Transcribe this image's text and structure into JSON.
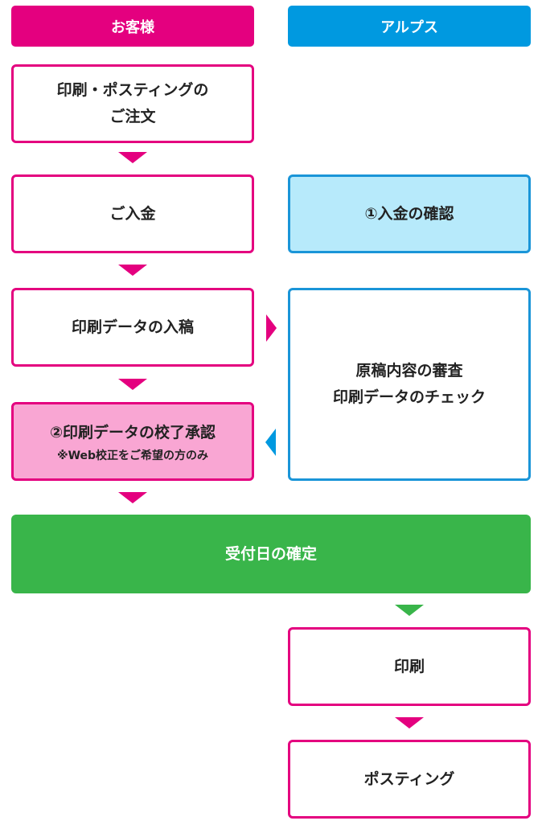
{
  "headers": {
    "customer": "お客様",
    "alps": "アルプス"
  },
  "customer_steps": {
    "order_line1": "印刷・ポスティングの",
    "order_line2": "ご注文",
    "payment": "ご入金",
    "upload": "印刷データの入稿",
    "approval": "②印刷データの校了承認",
    "approval_note": "※Web校正をご希望の方のみ"
  },
  "alps_steps": {
    "payment_check": "①入金の確認",
    "review_line1": "原稿内容の審査",
    "review_line2": "印刷データのチェック",
    "print": "印刷",
    "posting": "ポスティング"
  },
  "shared_steps": {
    "date_fixed": "受付日の確定"
  },
  "colors": {
    "customer": "#e4007f",
    "alps": "#0099e0",
    "alps_fill": "#b7eafb",
    "approval_fill": "#f9a6d3",
    "confirmed": "#39b54a"
  }
}
